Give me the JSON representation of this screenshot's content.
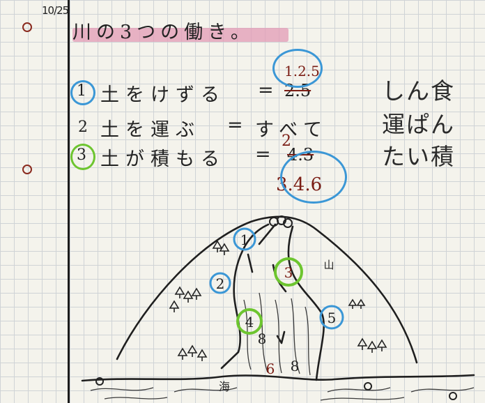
{
  "header": {
    "date": "10/25",
    "title": "川の3つの働き。"
  },
  "list": {
    "items": [
      {
        "number": "1",
        "text": "土をけずる",
        "answer": "1.2.5",
        "struck": "2.5",
        "term": "しん食",
        "marker": "blue-circle"
      },
      {
        "number": "2",
        "text": "土を運ぶ",
        "answer": "すべて",
        "term": "運ぱん"
      },
      {
        "number": "3",
        "text": "土が積もる",
        "answer": "3.4.6",
        "struck": "4.3",
        "struck_over": "2",
        "term": "たい積",
        "marker": "green-circle"
      }
    ],
    "equals": "="
  },
  "diagram": {
    "mountain_label": "山",
    "sea_label": "海",
    "point_labels": [
      "1",
      "2",
      "3",
      "4",
      "5",
      "6",
      "8",
      "8"
    ]
  },
  "colors": {
    "paper": "#f4f3ec",
    "grid": "#cfd3d6",
    "ink": "#222222",
    "red_ink": "#7a1d14",
    "blue_marker": "#3b97d6",
    "green_marker": "#6dc52f",
    "pink_highlight": "#e39bb5"
  }
}
